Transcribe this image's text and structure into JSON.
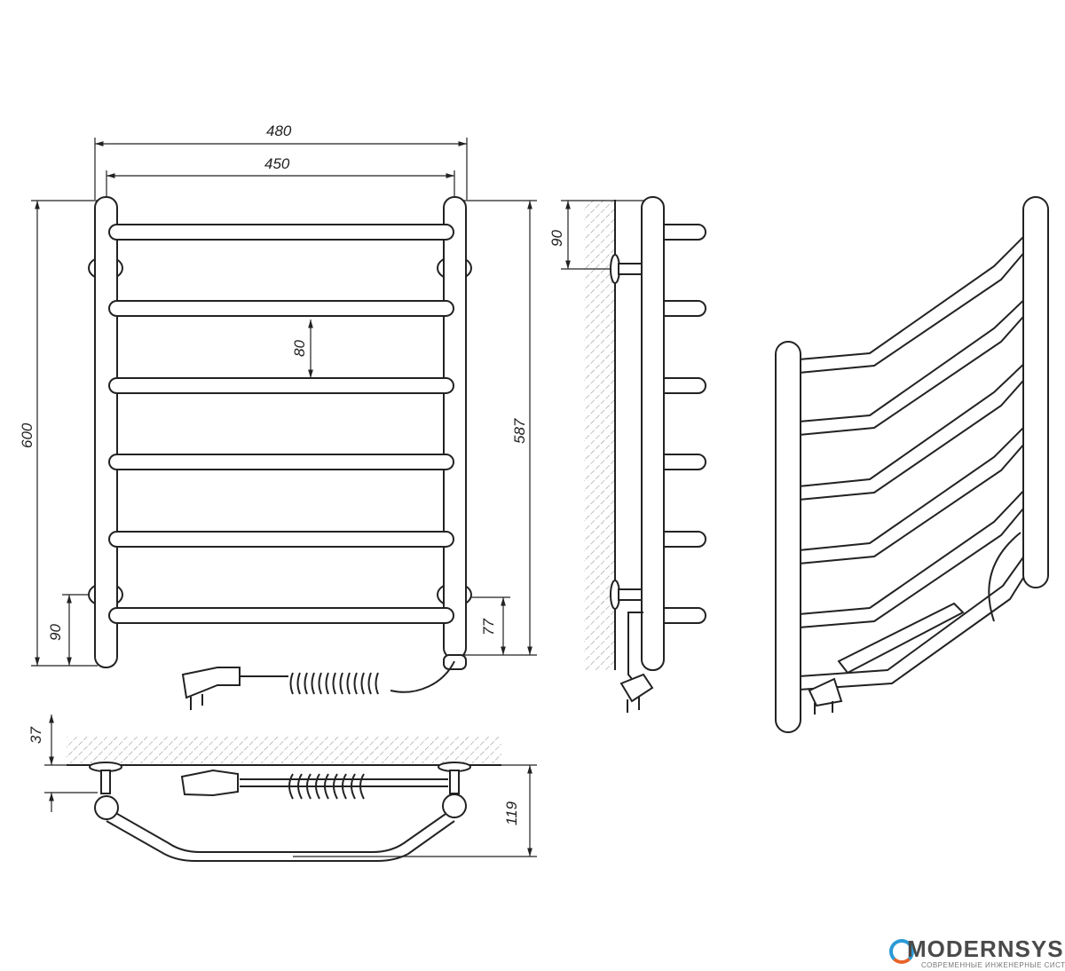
{
  "dimensions": {
    "overall_width": "480",
    "center_width": "450",
    "overall_height": "600",
    "center_height": "587",
    "rail_spacing": "80",
    "bottom_left": "90",
    "bottom_right": "77",
    "side_top": "90",
    "wall_gap": "37",
    "depth": "119"
  },
  "logo": {
    "name": "MODERNSYS",
    "tagline": "СОВРЕМЕННЫЕ ИНЖЕНЕРНЫЕ СИСТЕМЫ"
  }
}
